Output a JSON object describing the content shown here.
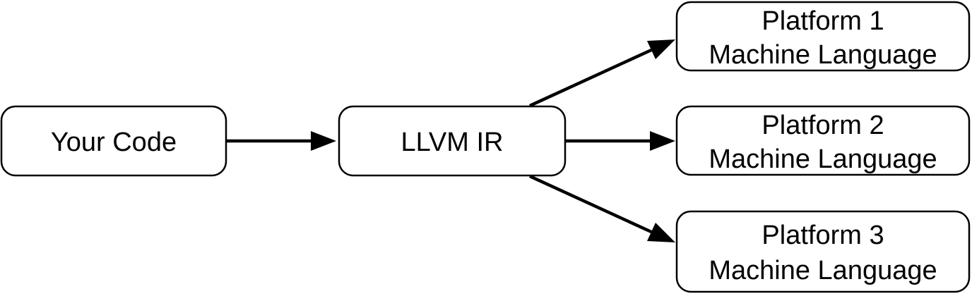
{
  "diagram": {
    "nodes": {
      "source": {
        "label": "Your Code"
      },
      "ir": {
        "label": "LLVM IR"
      },
      "platform1": {
        "line1": "Platform 1",
        "line2": "Machine Language"
      },
      "platform2": {
        "line1": "Platform 2",
        "line2": "Machine Language"
      },
      "platform3": {
        "line1": "Platform 3",
        "line2": "Machine Language"
      }
    },
    "edges": [
      {
        "from": "source",
        "to": "ir"
      },
      {
        "from": "ir",
        "to": "platform1"
      },
      {
        "from": "ir",
        "to": "platform2"
      },
      {
        "from": "ir",
        "to": "platform3"
      }
    ],
    "colors": {
      "stroke": "#000000",
      "fill": "#ffffff",
      "text": "#000000"
    }
  }
}
